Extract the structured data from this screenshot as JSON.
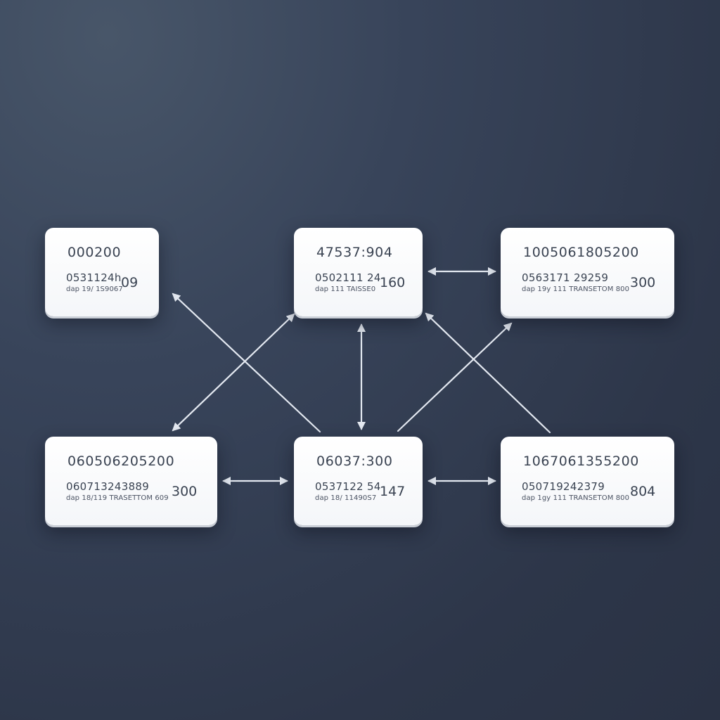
{
  "colors": {
    "background": "#323c4f",
    "node_fill": "#ffffff",
    "node_text": "#3a4352",
    "connector": "#e4e9f1"
  },
  "nodes": [
    {
      "value": "000200",
      "ref": "0531124h",
      "amount": "09",
      "meta": "dap 19/ 1S9067"
    },
    {
      "value": "47537:904",
      "ref": "0502111 24",
      "amount": "160",
      "meta": "dap 111 TAISSE0"
    },
    {
      "value": "1005061805200",
      "ref": "0563171 29259",
      "amount": "300",
      "meta": "dap 19y 111 TRANSETOM 800"
    },
    {
      "value": "060506205200",
      "ref": "060713243889",
      "amount": "300",
      "meta": "dap 18/119 TRASETTOM 609"
    },
    {
      "value": "06037:300",
      "ref": "0537122 54",
      "amount": "147",
      "meta": "dap 18/ 11490S7"
    },
    {
      "value": "1067061355200",
      "ref": "050719242379",
      "amount": "804",
      "meta": "dap 1gy 111 TRANSETOM 800"
    }
  ]
}
